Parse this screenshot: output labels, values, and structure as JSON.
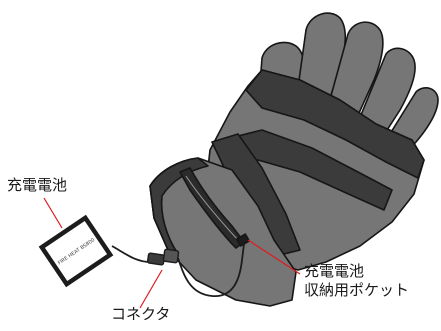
{
  "labels": {
    "battery": "充電電池",
    "pocket_line1": "充電電池",
    "pocket_line2": "収納用ポケット",
    "connector": "コネクタ"
  },
  "battery_text": "FIRE HEAT BS800",
  "colors": {
    "glove_light": "#767676",
    "glove_dark": "#3b3b3b",
    "glove_outline": "#161616",
    "leader_line": "#e0191f",
    "cable": "#1c1c1c",
    "battery_face": "#ffffff"
  }
}
